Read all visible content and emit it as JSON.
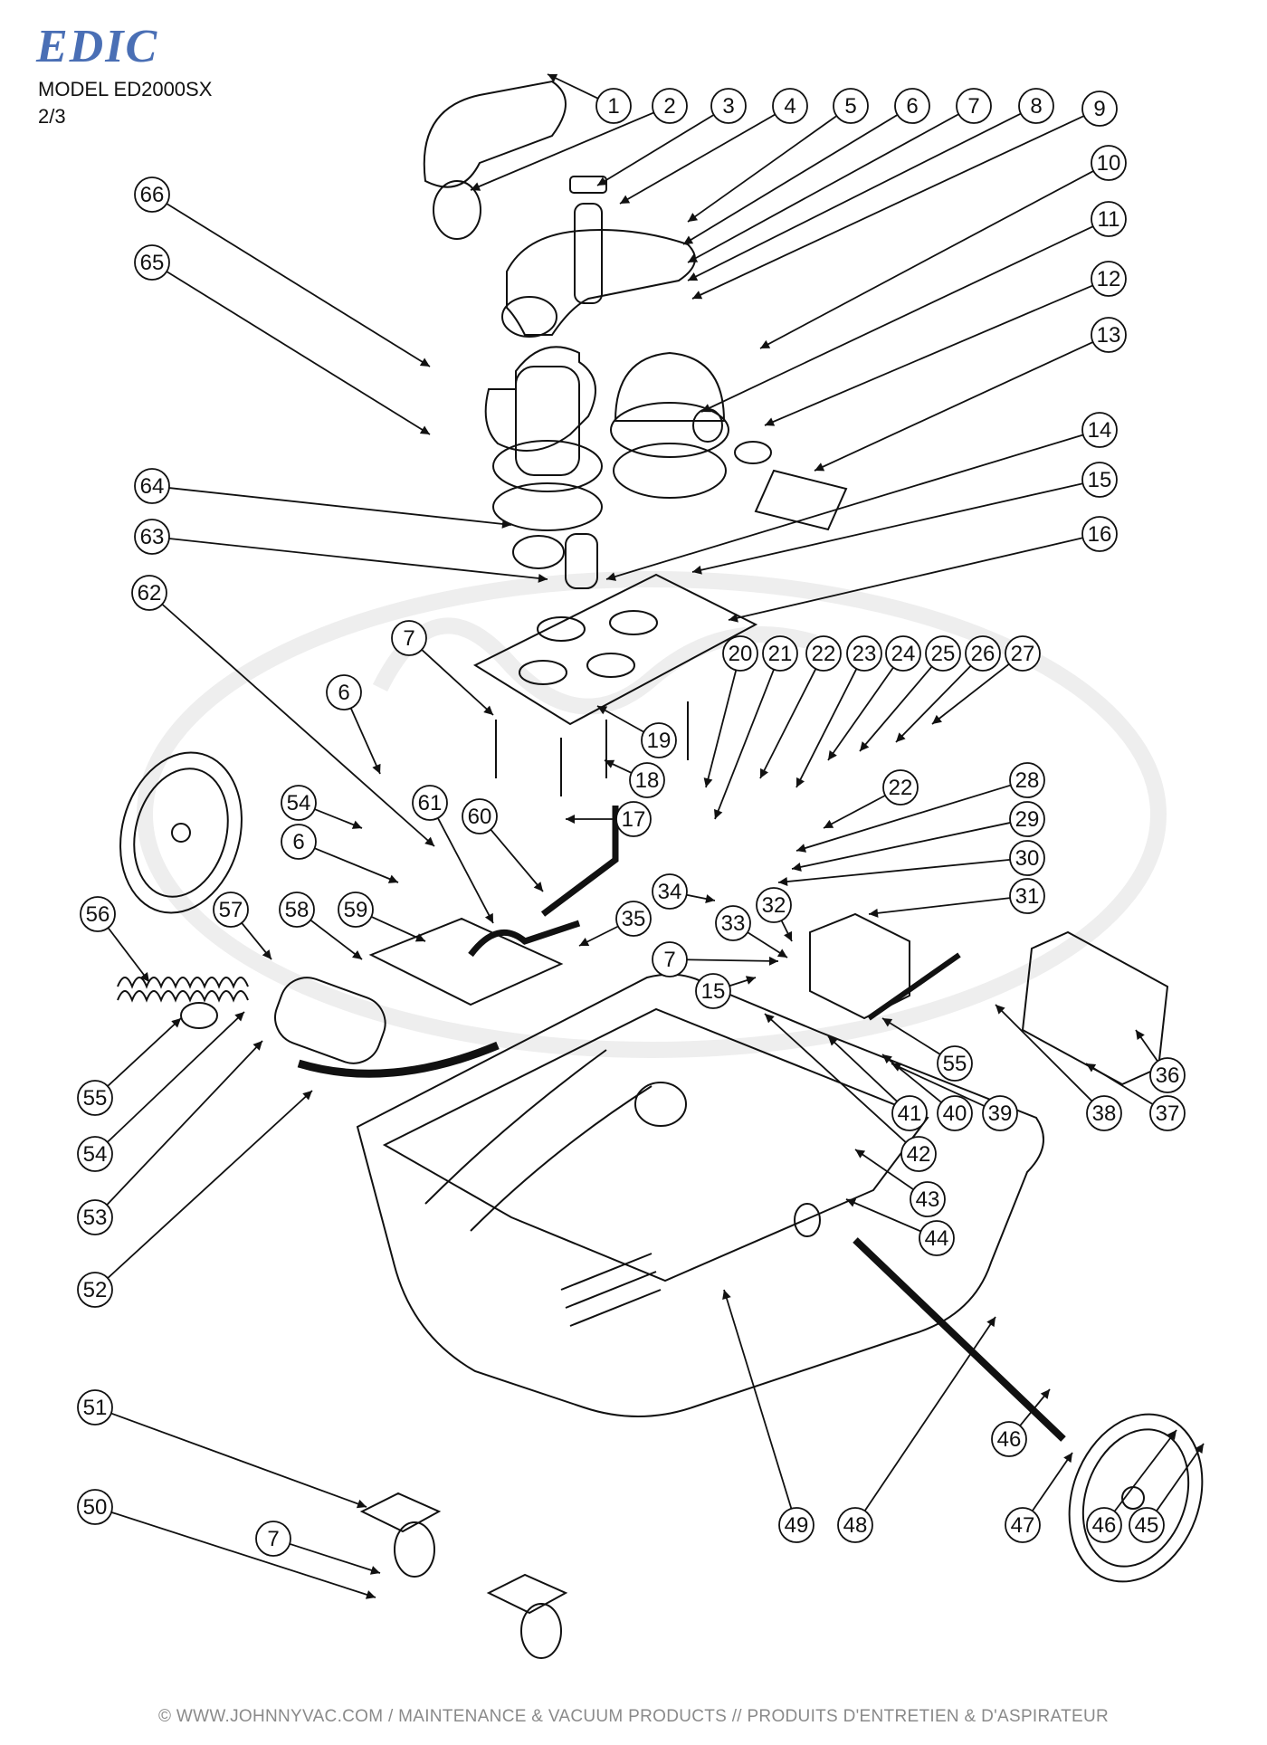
{
  "header": {
    "brand": "EDIC",
    "model": "MODEL ED2000SX",
    "page": "2/3"
  },
  "footer": {
    "copyright": "© WWW.JOHNNYVAC.COM / MAINTENANCE & VACUUM PRODUCTS  //  PRODUITS D'ENTRETIEN & D'ASPIRATEUR"
  },
  "callouts": [
    {
      "id": "1",
      "label": "1"
    },
    {
      "id": "2",
      "label": "2"
    },
    {
      "id": "3",
      "label": "3"
    },
    {
      "id": "4",
      "label": "4"
    },
    {
      "id": "5",
      "label": "5"
    },
    {
      "id": "6a",
      "label": "6"
    },
    {
      "id": "7a",
      "label": "7"
    },
    {
      "id": "8",
      "label": "8"
    },
    {
      "id": "9",
      "label": "9"
    },
    {
      "id": "10",
      "label": "10"
    },
    {
      "id": "11",
      "label": "11"
    },
    {
      "id": "12",
      "label": "12"
    },
    {
      "id": "13",
      "label": "13"
    },
    {
      "id": "14",
      "label": "14"
    },
    {
      "id": "15a",
      "label": "15"
    },
    {
      "id": "16",
      "label": "16"
    },
    {
      "id": "66",
      "label": "66"
    },
    {
      "id": "65",
      "label": "65"
    },
    {
      "id": "64",
      "label": "64"
    },
    {
      "id": "63",
      "label": "63"
    },
    {
      "id": "62",
      "label": "62"
    },
    {
      "id": "7b",
      "label": "7"
    },
    {
      "id": "6b",
      "label": "6"
    },
    {
      "id": "19",
      "label": "19"
    },
    {
      "id": "18",
      "label": "18"
    },
    {
      "id": "17",
      "label": "17"
    },
    {
      "id": "20",
      "label": "20"
    },
    {
      "id": "21",
      "label": "21"
    },
    {
      "id": "22a",
      "label": "22"
    },
    {
      "id": "23",
      "label": "23"
    },
    {
      "id": "24",
      "label": "24"
    },
    {
      "id": "25",
      "label": "25"
    },
    {
      "id": "26",
      "label": "26"
    },
    {
      "id": "27",
      "label": "27"
    },
    {
      "id": "22b",
      "label": "22"
    },
    {
      "id": "28",
      "label": "28"
    },
    {
      "id": "29",
      "label": "29"
    },
    {
      "id": "30",
      "label": "30"
    },
    {
      "id": "31",
      "label": "31"
    },
    {
      "id": "54a",
      "label": "54"
    },
    {
      "id": "61",
      "label": "61"
    },
    {
      "id": "60",
      "label": "60"
    },
    {
      "id": "6c",
      "label": "6"
    },
    {
      "id": "34",
      "label": "34"
    },
    {
      "id": "32",
      "label": "32"
    },
    {
      "id": "56",
      "label": "56"
    },
    {
      "id": "57",
      "label": "57"
    },
    {
      "id": "58",
      "label": "58"
    },
    {
      "id": "59",
      "label": "59"
    },
    {
      "id": "35",
      "label": "35"
    },
    {
      "id": "33",
      "label": "33"
    },
    {
      "id": "7c",
      "label": "7"
    },
    {
      "id": "15b",
      "label": "15"
    },
    {
      "id": "55a",
      "label": "55"
    },
    {
      "id": "55b",
      "label": "55"
    },
    {
      "id": "36",
      "label": "36"
    },
    {
      "id": "54b",
      "label": "54"
    },
    {
      "id": "41",
      "label": "41"
    },
    {
      "id": "40",
      "label": "40"
    },
    {
      "id": "39",
      "label": "39"
    },
    {
      "id": "38",
      "label": "38"
    },
    {
      "id": "37",
      "label": "37"
    },
    {
      "id": "53",
      "label": "53"
    },
    {
      "id": "42",
      "label": "42"
    },
    {
      "id": "43",
      "label": "43"
    },
    {
      "id": "44",
      "label": "44"
    },
    {
      "id": "52",
      "label": "52"
    },
    {
      "id": "46a",
      "label": "46"
    },
    {
      "id": "51",
      "label": "51"
    },
    {
      "id": "50",
      "label": "50"
    },
    {
      "id": "7d",
      "label": "7"
    },
    {
      "id": "49",
      "label": "49"
    },
    {
      "id": "48",
      "label": "48"
    },
    {
      "id": "47",
      "label": "47"
    },
    {
      "id": "46b",
      "label": "46"
    },
    {
      "id": "45",
      "label": "45"
    }
  ]
}
